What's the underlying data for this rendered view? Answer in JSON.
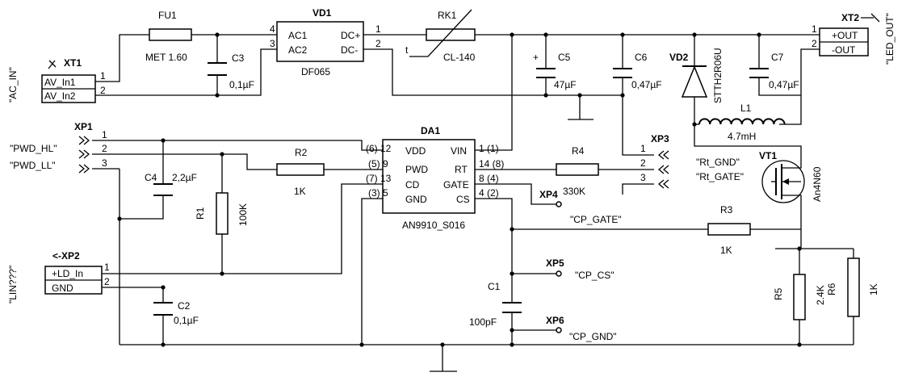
{
  "connectors": {
    "xt1": {
      "ref": "XT1",
      "name": "\"AC_IN\"",
      "p1": "AV_In1",
      "p2": "AV_In2",
      "n1": "1",
      "n2": "2"
    },
    "xt2": {
      "ref": "XT2",
      "name": "\"LED_OUT\"",
      "p1": "+OUT",
      "p2": "-OUT",
      "n1": "1",
      "n2": "2"
    },
    "xp1": {
      "ref": "XP1",
      "l1": "\"PWD_HL\"",
      "l2": "\"PWD_LL\"",
      "n1": "1",
      "n2": "2",
      "n3": "3"
    },
    "xp2": {
      "ref": "<-XP2",
      "name": "\"LIN???\"",
      "p1": "+LD_In",
      "p2": "GND",
      "n1": "1",
      "n2": "2"
    },
    "xp3": {
      "ref": "XP3",
      "l1": "\"Rt_GND\"",
      "l2": "\"Rt_GATE\"",
      "n1": "1",
      "n2": "2",
      "n3": "3"
    },
    "xp4": {
      "ref": "XP4",
      "name": "\"CP_GATE\""
    },
    "xp5": {
      "ref": "XP5",
      "name": "\"CP_CS\""
    },
    "xp6": {
      "ref": "XP6",
      "name": "\"CP_GND\""
    }
  },
  "parts": {
    "fu1": {
      "ref": "FU1",
      "value": "MET 1.60"
    },
    "vd1": {
      "ref": "VD1",
      "value": "DF065",
      "ac1": "AC1",
      "ac2": "AC2",
      "dcp": "DC+",
      "dcm": "DC-",
      "n4": "4",
      "n3": "3",
      "n1": "1",
      "n2": "2"
    },
    "rk1": {
      "ref": "RK1",
      "value": "CL-140",
      "t": "t"
    },
    "c1": {
      "ref": "C1",
      "value": "100pF"
    },
    "c2": {
      "ref": "C2",
      "value": "0,1µF"
    },
    "c3": {
      "ref": "C3",
      "value": "0,1µF"
    },
    "c4": {
      "ref": "C4",
      "value": "2,2µF"
    },
    "c5": {
      "ref": "C5",
      "value": "47µF",
      "plus": "+"
    },
    "c6": {
      "ref": "C6",
      "value": "0,47µF"
    },
    "c7": {
      "ref": "C7",
      "value": "0,47µF"
    },
    "r1": {
      "ref": "R1",
      "value": "100K"
    },
    "r2": {
      "ref": "R2",
      "value": "1K"
    },
    "r3": {
      "ref": "R3",
      "value": "1K"
    },
    "r4": {
      "ref": "R4",
      "value": "330K"
    },
    "r5": {
      "ref": "R5",
      "value": "2.4K"
    },
    "r6": {
      "ref": "R6",
      "value": "1K"
    },
    "vd2": {
      "ref": "VD2",
      "value": "STTH2R06U"
    },
    "l1": {
      "ref": "L1",
      "value": "4.7mH"
    },
    "vt1": {
      "ref": "VT1",
      "value": "An4N60"
    }
  },
  "ic": {
    "ref": "DA1",
    "name": "AN9910_S016",
    "vdd": "VDD",
    "pwd": "PWD",
    "cd": "CD",
    "gnd": "GND",
    "vin": "VIN",
    "rt": "RT",
    "gate": "GATE",
    "cs": "CS",
    "l12": "(6) 12",
    "l9": "(5) 9",
    "l13": "(7) 13",
    "l5": "(3) 5",
    "r1": "1 (1)",
    "r14": "14 (8)",
    "r8": "8 (4)",
    "r4": "4 (2)"
  }
}
